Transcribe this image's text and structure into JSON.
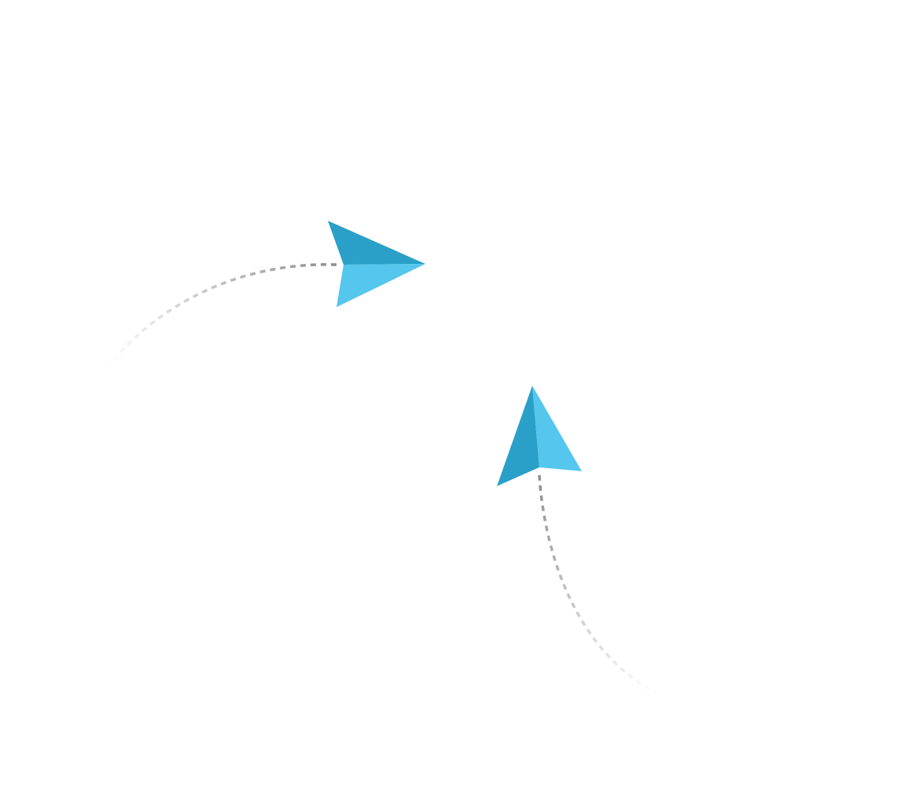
{
  "scene": {
    "background_color": "#ffffff",
    "icons": [
      {
        "name": "paper-plane-icon",
        "heading": "right",
        "colors": {
          "dark": "#2aa0c8",
          "light": "#55c6ed"
        }
      },
      {
        "name": "paper-plane-icon",
        "heading": "up",
        "colors": {
          "dark": "#2aa0c8",
          "light": "#55c6ed"
        }
      }
    ],
    "trails": [
      {
        "name": "flight-trail",
        "style": "dashed",
        "color": "#8e8e8e",
        "fades": true
      },
      {
        "name": "flight-trail",
        "style": "dashed",
        "color": "#8e8e8e",
        "fades": true
      }
    ]
  }
}
